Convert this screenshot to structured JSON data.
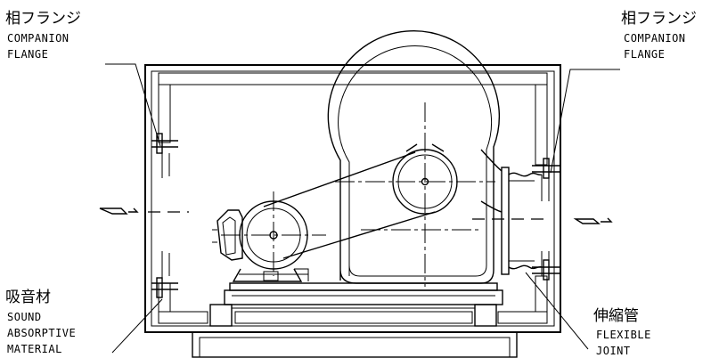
{
  "labels": {
    "top_left": {
      "jp": "相フランジ",
      "en_line1": "COMPANION",
      "en_line2": "FLANGE"
    },
    "top_right": {
      "jp": "相フランジ",
      "en_line1": "COMPANION",
      "en_line2": "FLANGE"
    },
    "bottom_left": {
      "jp": "吸音材",
      "en_line1": "SOUND",
      "en_line2": "ABSORPTIVE",
      "en_line3": "MATERIAL"
    },
    "bottom_right": {
      "jp": "伸縮管",
      "en_line1": "FLEXIBLE",
      "en_line2": "JOINT"
    }
  },
  "colors": {
    "line": "#000000",
    "background": "#ffffff"
  }
}
